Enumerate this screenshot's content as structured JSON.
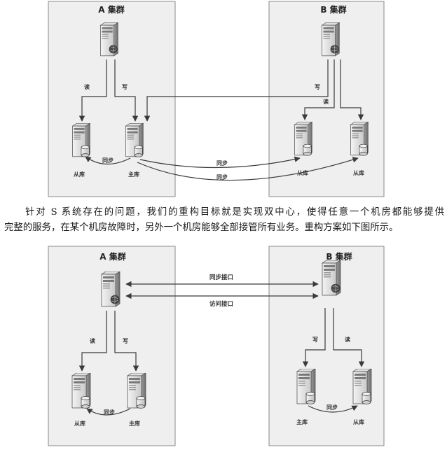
{
  "diagram1": {
    "cluster_a": {
      "title": "A 集群"
    },
    "cluster_b": {
      "title": "B 集群"
    },
    "a_read": "读",
    "a_write": "写",
    "a_sync_local": "同步",
    "a_slave": "从库",
    "a_master": "主库",
    "b_write": "写",
    "b_read": "读",
    "cross_sync_1": "同步",
    "cross_sync_2": "同步",
    "b_slave_1": "从库",
    "b_slave_2": "从库"
  },
  "paragraph": {
    "line1": "针对 S 系统存在的问题，我们的重构目标就是实现双中心，使得任意一个机房都能够提供",
    "line2": "完整的服务，在某个机房故障时，另外一个机房能够全部接管所有业务。重构方案如下图所示。"
  },
  "diagram2": {
    "cluster_a": {
      "title": "A 集群"
    },
    "cluster_b": {
      "title": "B 集群"
    },
    "sync_interface": "同步接口",
    "access_interface": "访问接口",
    "a_read": "读",
    "a_write": "写",
    "a_sync": "同步",
    "a_slave": "从库",
    "a_master": "主库",
    "b_write": "写",
    "b_read": "读",
    "b_sync": "同步",
    "b_master": "主库",
    "b_slave": "从库"
  }
}
